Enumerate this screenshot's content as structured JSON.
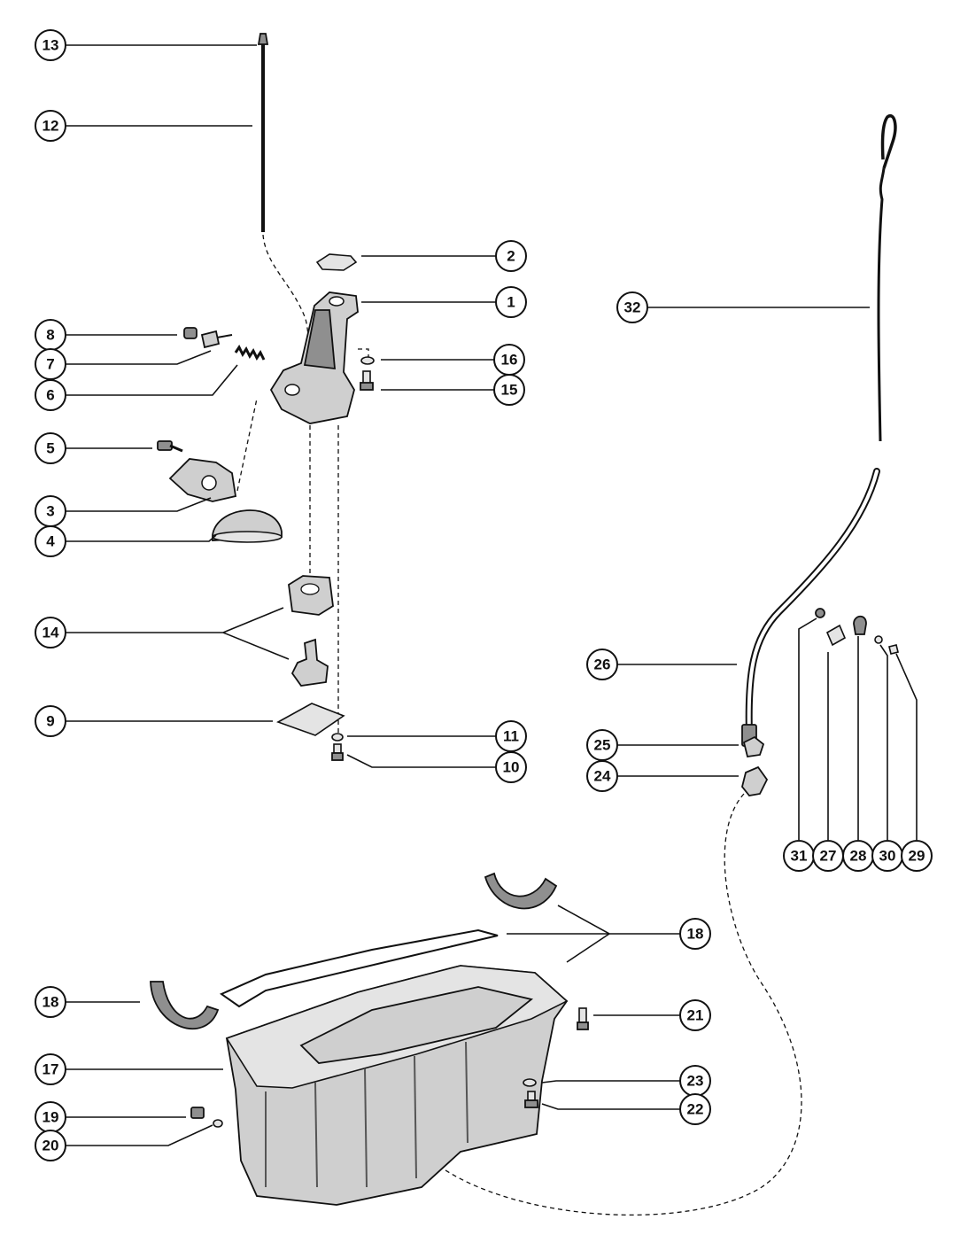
{
  "diagram": {
    "callouts": [
      {
        "id": "13",
        "label": "13"
      },
      {
        "id": "12",
        "label": "12"
      },
      {
        "id": "2",
        "label": "2"
      },
      {
        "id": "1",
        "label": "1"
      },
      {
        "id": "32",
        "label": "32"
      },
      {
        "id": "8",
        "label": "8"
      },
      {
        "id": "7",
        "label": "7"
      },
      {
        "id": "6",
        "label": "6"
      },
      {
        "id": "16",
        "label": "16"
      },
      {
        "id": "15",
        "label": "15"
      },
      {
        "id": "5",
        "label": "5"
      },
      {
        "id": "3",
        "label": "3"
      },
      {
        "id": "4",
        "label": "4"
      },
      {
        "id": "14",
        "label": "14"
      },
      {
        "id": "26",
        "label": "26"
      },
      {
        "id": "9",
        "label": "9"
      },
      {
        "id": "11",
        "label": "11"
      },
      {
        "id": "10",
        "label": "10"
      },
      {
        "id": "25",
        "label": "25"
      },
      {
        "id": "24",
        "label": "24"
      },
      {
        "id": "31",
        "label": "31"
      },
      {
        "id": "27",
        "label": "27"
      },
      {
        "id": "28",
        "label": "28"
      },
      {
        "id": "30",
        "label": "30"
      },
      {
        "id": "29",
        "label": "29"
      },
      {
        "id": "18a",
        "label": "18"
      },
      {
        "id": "18b",
        "label": "18"
      },
      {
        "id": "21",
        "label": "21"
      },
      {
        "id": "17",
        "label": "17"
      },
      {
        "id": "23",
        "label": "23"
      },
      {
        "id": "22",
        "label": "22"
      },
      {
        "id": "19",
        "label": "19"
      },
      {
        "id": "20",
        "label": "20"
      }
    ]
  }
}
